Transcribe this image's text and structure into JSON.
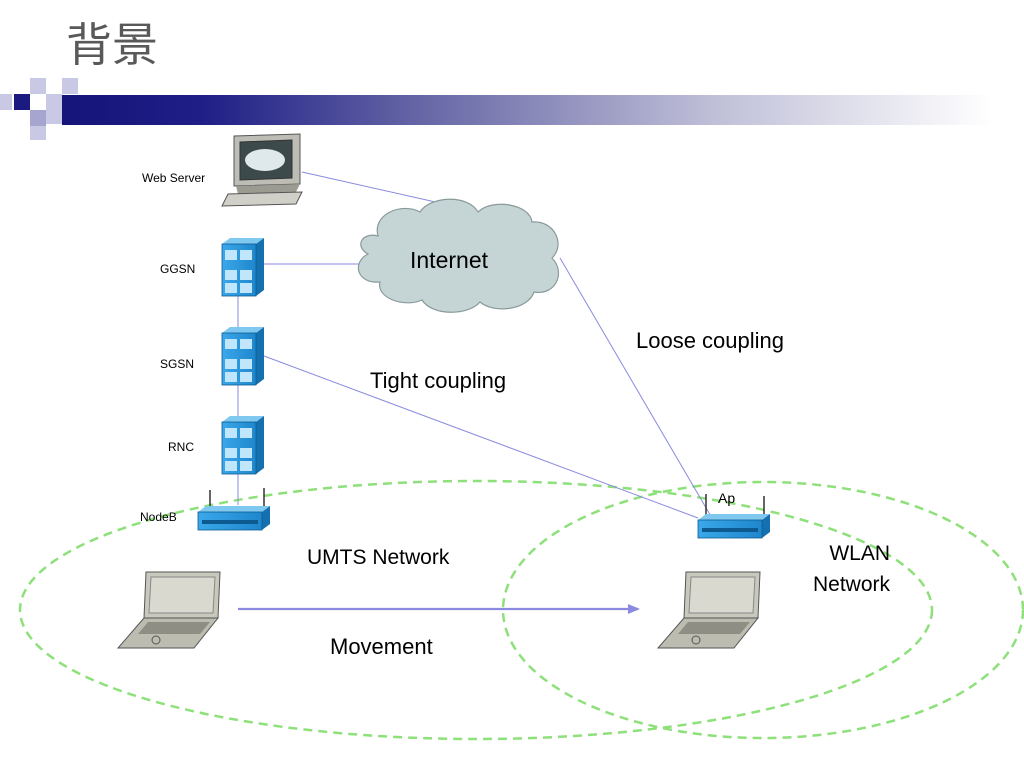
{
  "slide": {
    "title": "背景"
  },
  "nodes": {
    "web_server": "Web Server",
    "ggsn": "GGSN",
    "sgsn": "SGSN",
    "rnc": "RNC",
    "nodeb": "NodeB",
    "ap": "Ap",
    "internet": "Internet"
  },
  "links": {
    "tight_coupling": "Tight coupling",
    "loose_coupling": "Loose coupling"
  },
  "networks": {
    "umts": "UMTS Network",
    "wlan_line1": "WLAN",
    "wlan_line2": "Network"
  },
  "movement": "Movement",
  "colors": {
    "title_bar_dark": "#14147a",
    "ellipse_dash": "#8ee07a",
    "link_line": "#8a8ae0",
    "server_blue": "#2b9be0",
    "cloud_fill": "#c5d4d4"
  }
}
